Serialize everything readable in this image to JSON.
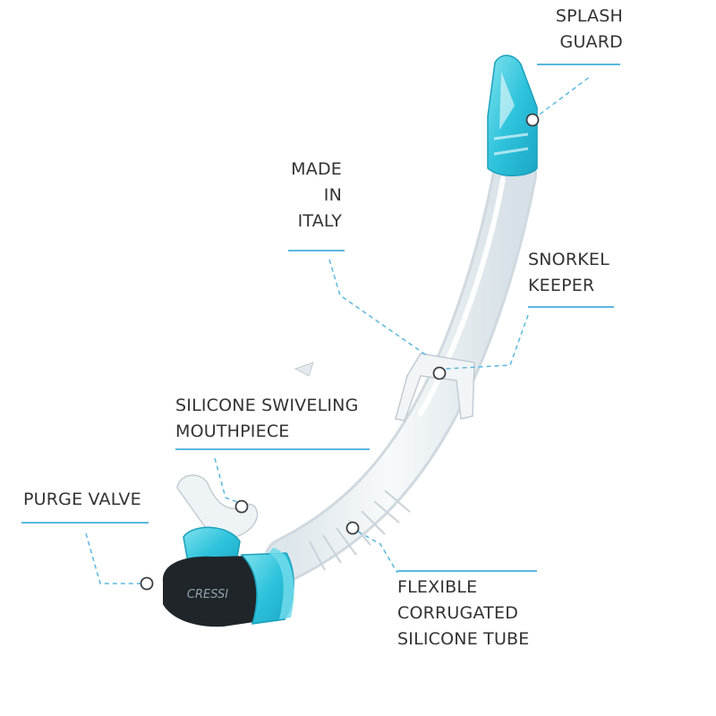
{
  "colors": {
    "accent_line": "#5bb8e0",
    "text": "#333333",
    "aqua": "#3fc8dd",
    "tube": "#eef3f6",
    "tube_edge": "#cfd9df",
    "valve_black": "#1f2529"
  },
  "callouts": {
    "splash_guard": {
      "line1": "SPLASH",
      "line2": "GUARD"
    },
    "made_in_italy": {
      "line1": "MADE",
      "line2": "IN",
      "line3": "ITALY"
    },
    "snorkel_keeper": {
      "line1": "SNORKEL",
      "line2": "KEEPER"
    },
    "mouthpiece": {
      "line1": "SILICONE SWIVELING",
      "line2": "MOUTHPIECE"
    },
    "purge_valve": {
      "line1": "PURGE VALVE"
    },
    "flexible_tube": {
      "line1": "FLEXIBLE",
      "line2": "CORRUGATED",
      "line3": "SILICONE TUBE"
    }
  },
  "product": {
    "brand_text": "CRESSI"
  }
}
